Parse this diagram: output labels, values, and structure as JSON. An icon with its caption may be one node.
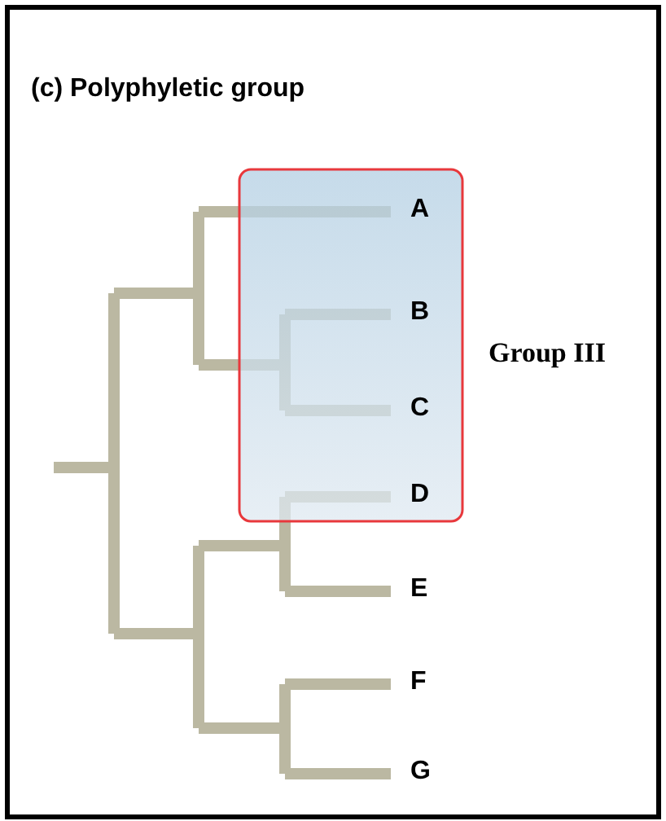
{
  "diagram": {
    "title": "(c) Polyphyletic group",
    "labels": [
      "A",
      "B",
      "C",
      "D",
      "Group III",
      "E",
      "F",
      "G"
    ]
  }
}
